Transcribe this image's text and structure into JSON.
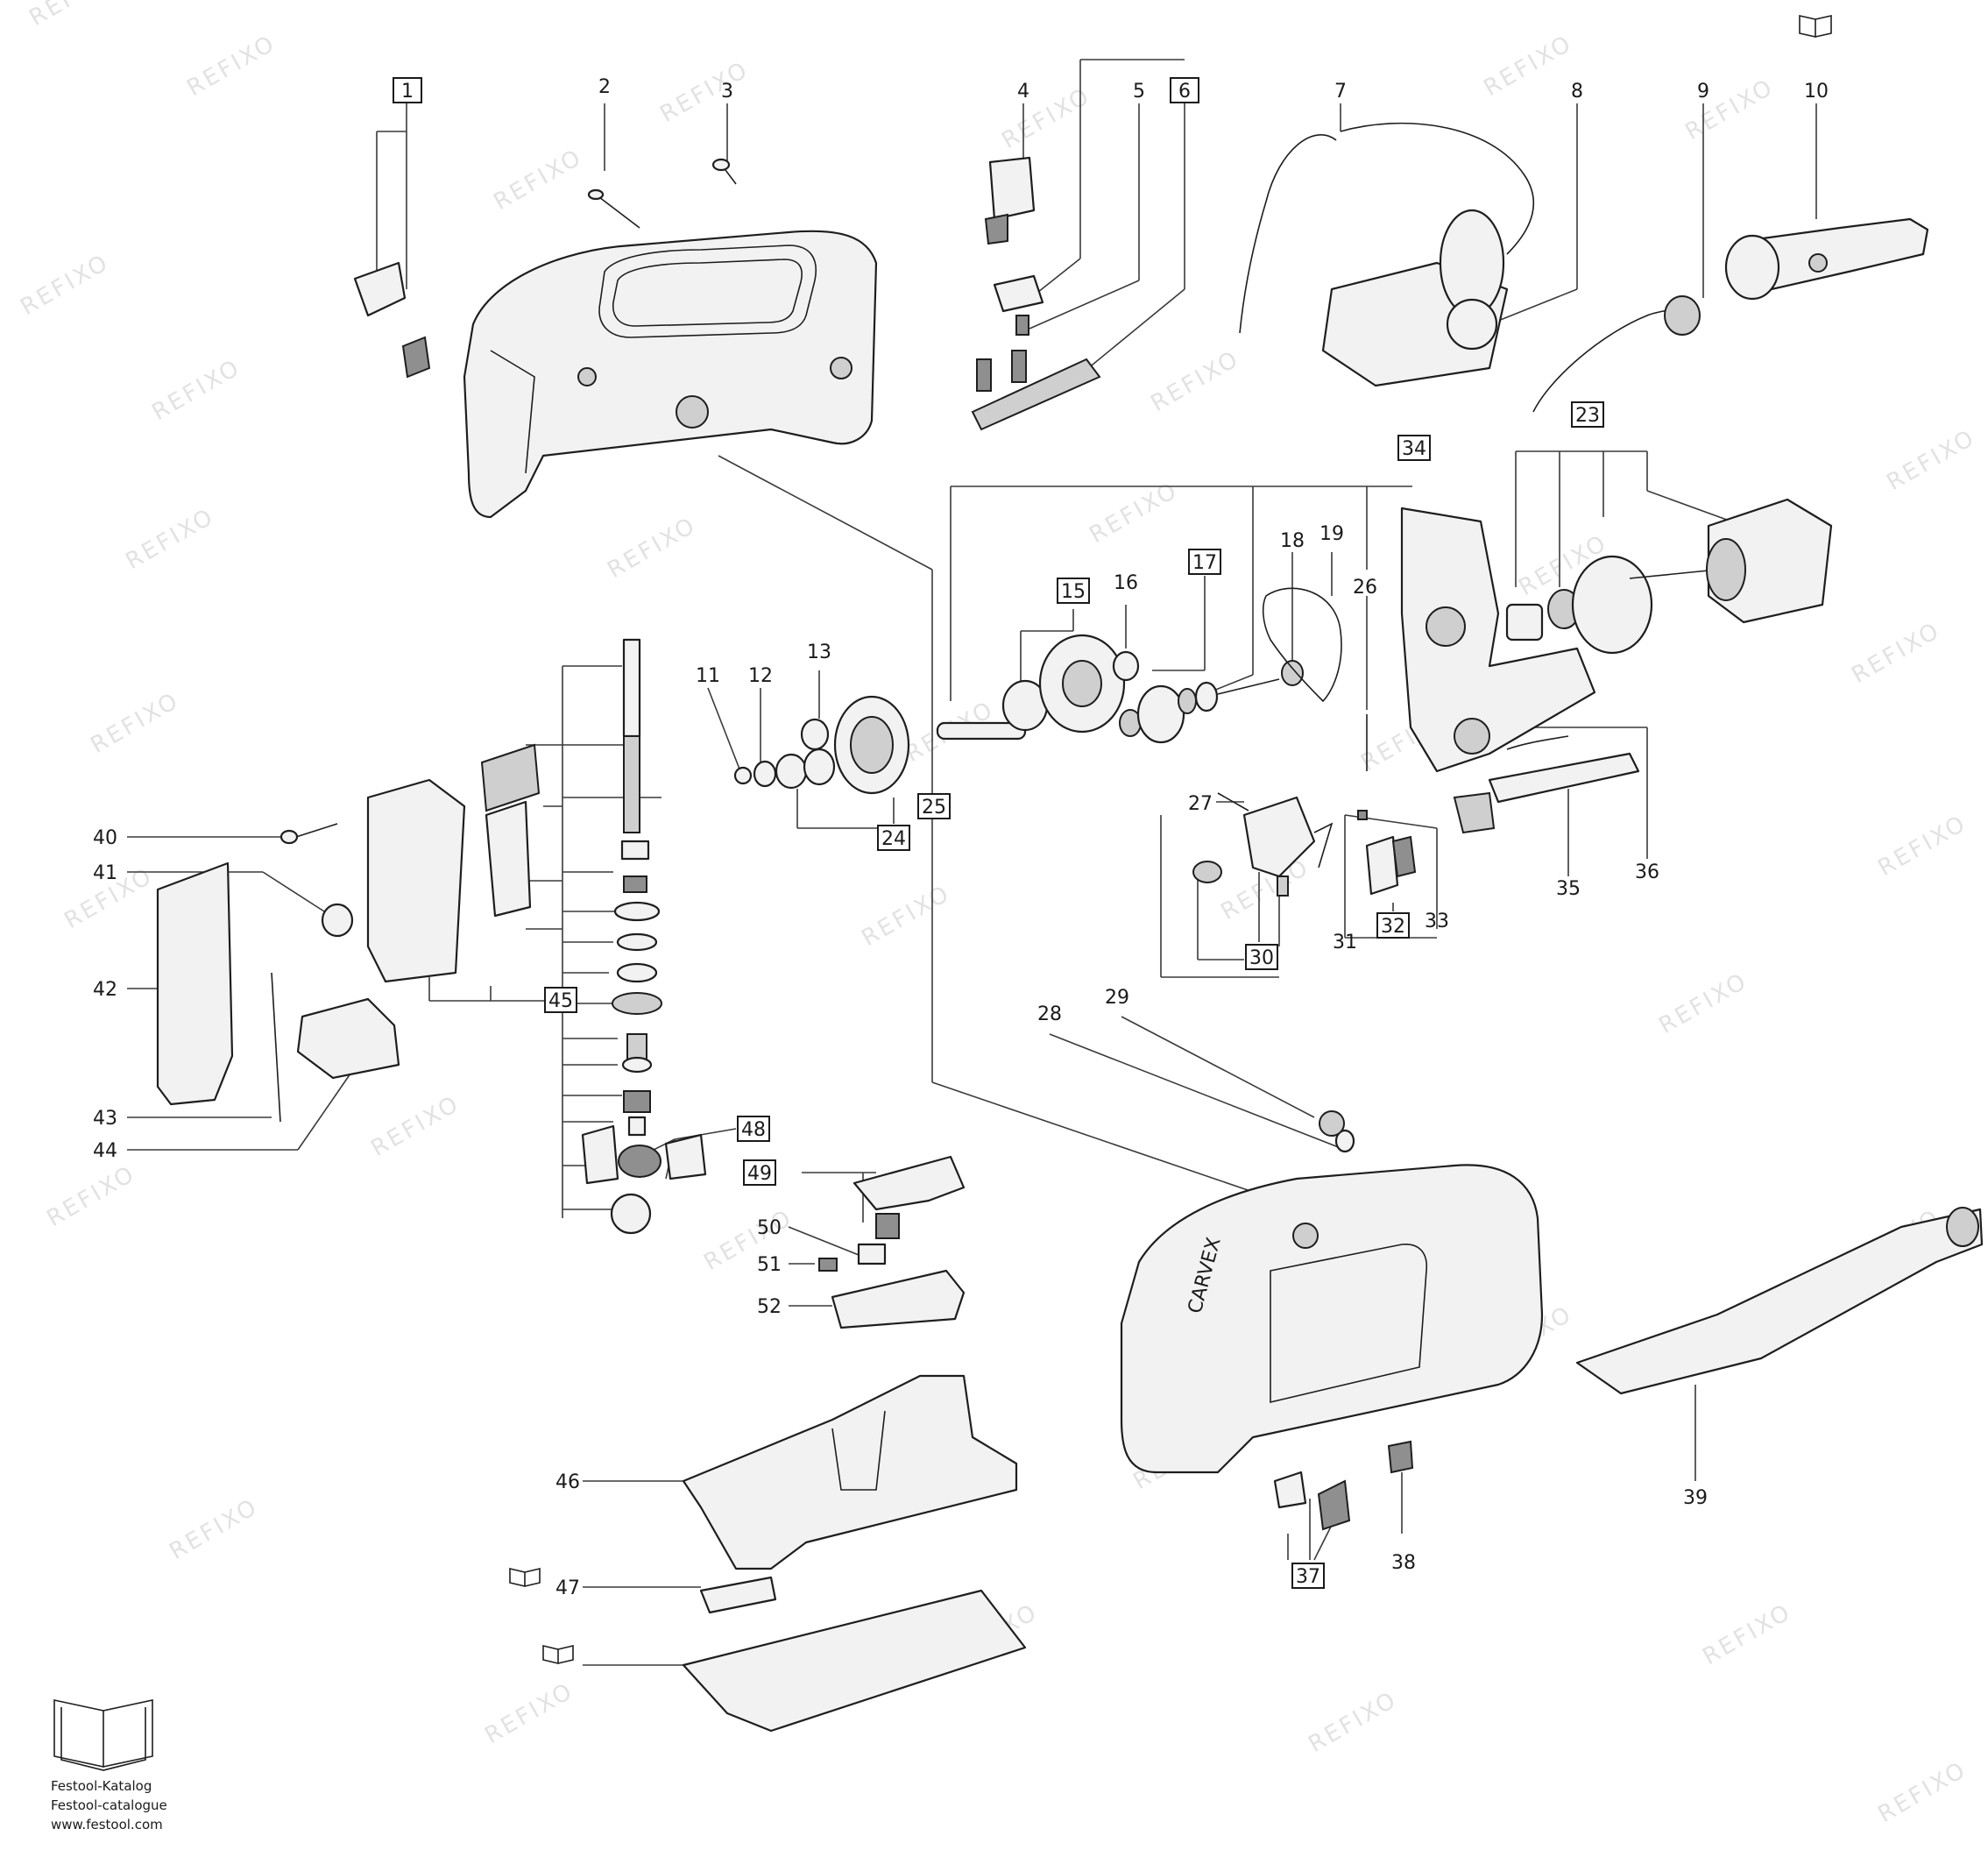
{
  "watermark": "REFIXO",
  "catalog": {
    "line1": "Festool-Katalog",
    "line2": "Festool-catalogue",
    "url": "www.festool.com",
    "icon": "open-book-icon"
  },
  "brand_on_housing": "CARVEX",
  "parts": {
    "p1": "1",
    "p2": "2",
    "p3": "3",
    "p4": "4",
    "p5": "5",
    "p6": "6",
    "p7": "7",
    "p8": "8",
    "p9": "9",
    "p10": "10",
    "p11": "11",
    "p12": "12",
    "p13": "13",
    "p15": "15",
    "p16": "16",
    "p17": "17",
    "p18": "18",
    "p19": "19",
    "p23": "23",
    "p24": "24",
    "p25": "25",
    "p26": "26",
    "p27": "27",
    "p28": "28",
    "p29": "29",
    "p30": "30",
    "p31": "31",
    "p32": "32",
    "p33": "33",
    "p34": "34",
    "p35": "35",
    "p36": "36",
    "p37": "37",
    "p38": "38",
    "p39": "39",
    "p40": "40",
    "p41": "41",
    "p42": "42",
    "p43": "43",
    "p44": "44",
    "p45": "45",
    "p46": "46",
    "p47": "47",
    "p48": "48",
    "p49": "49",
    "p50": "50",
    "p51": "51",
    "p52": "52"
  }
}
